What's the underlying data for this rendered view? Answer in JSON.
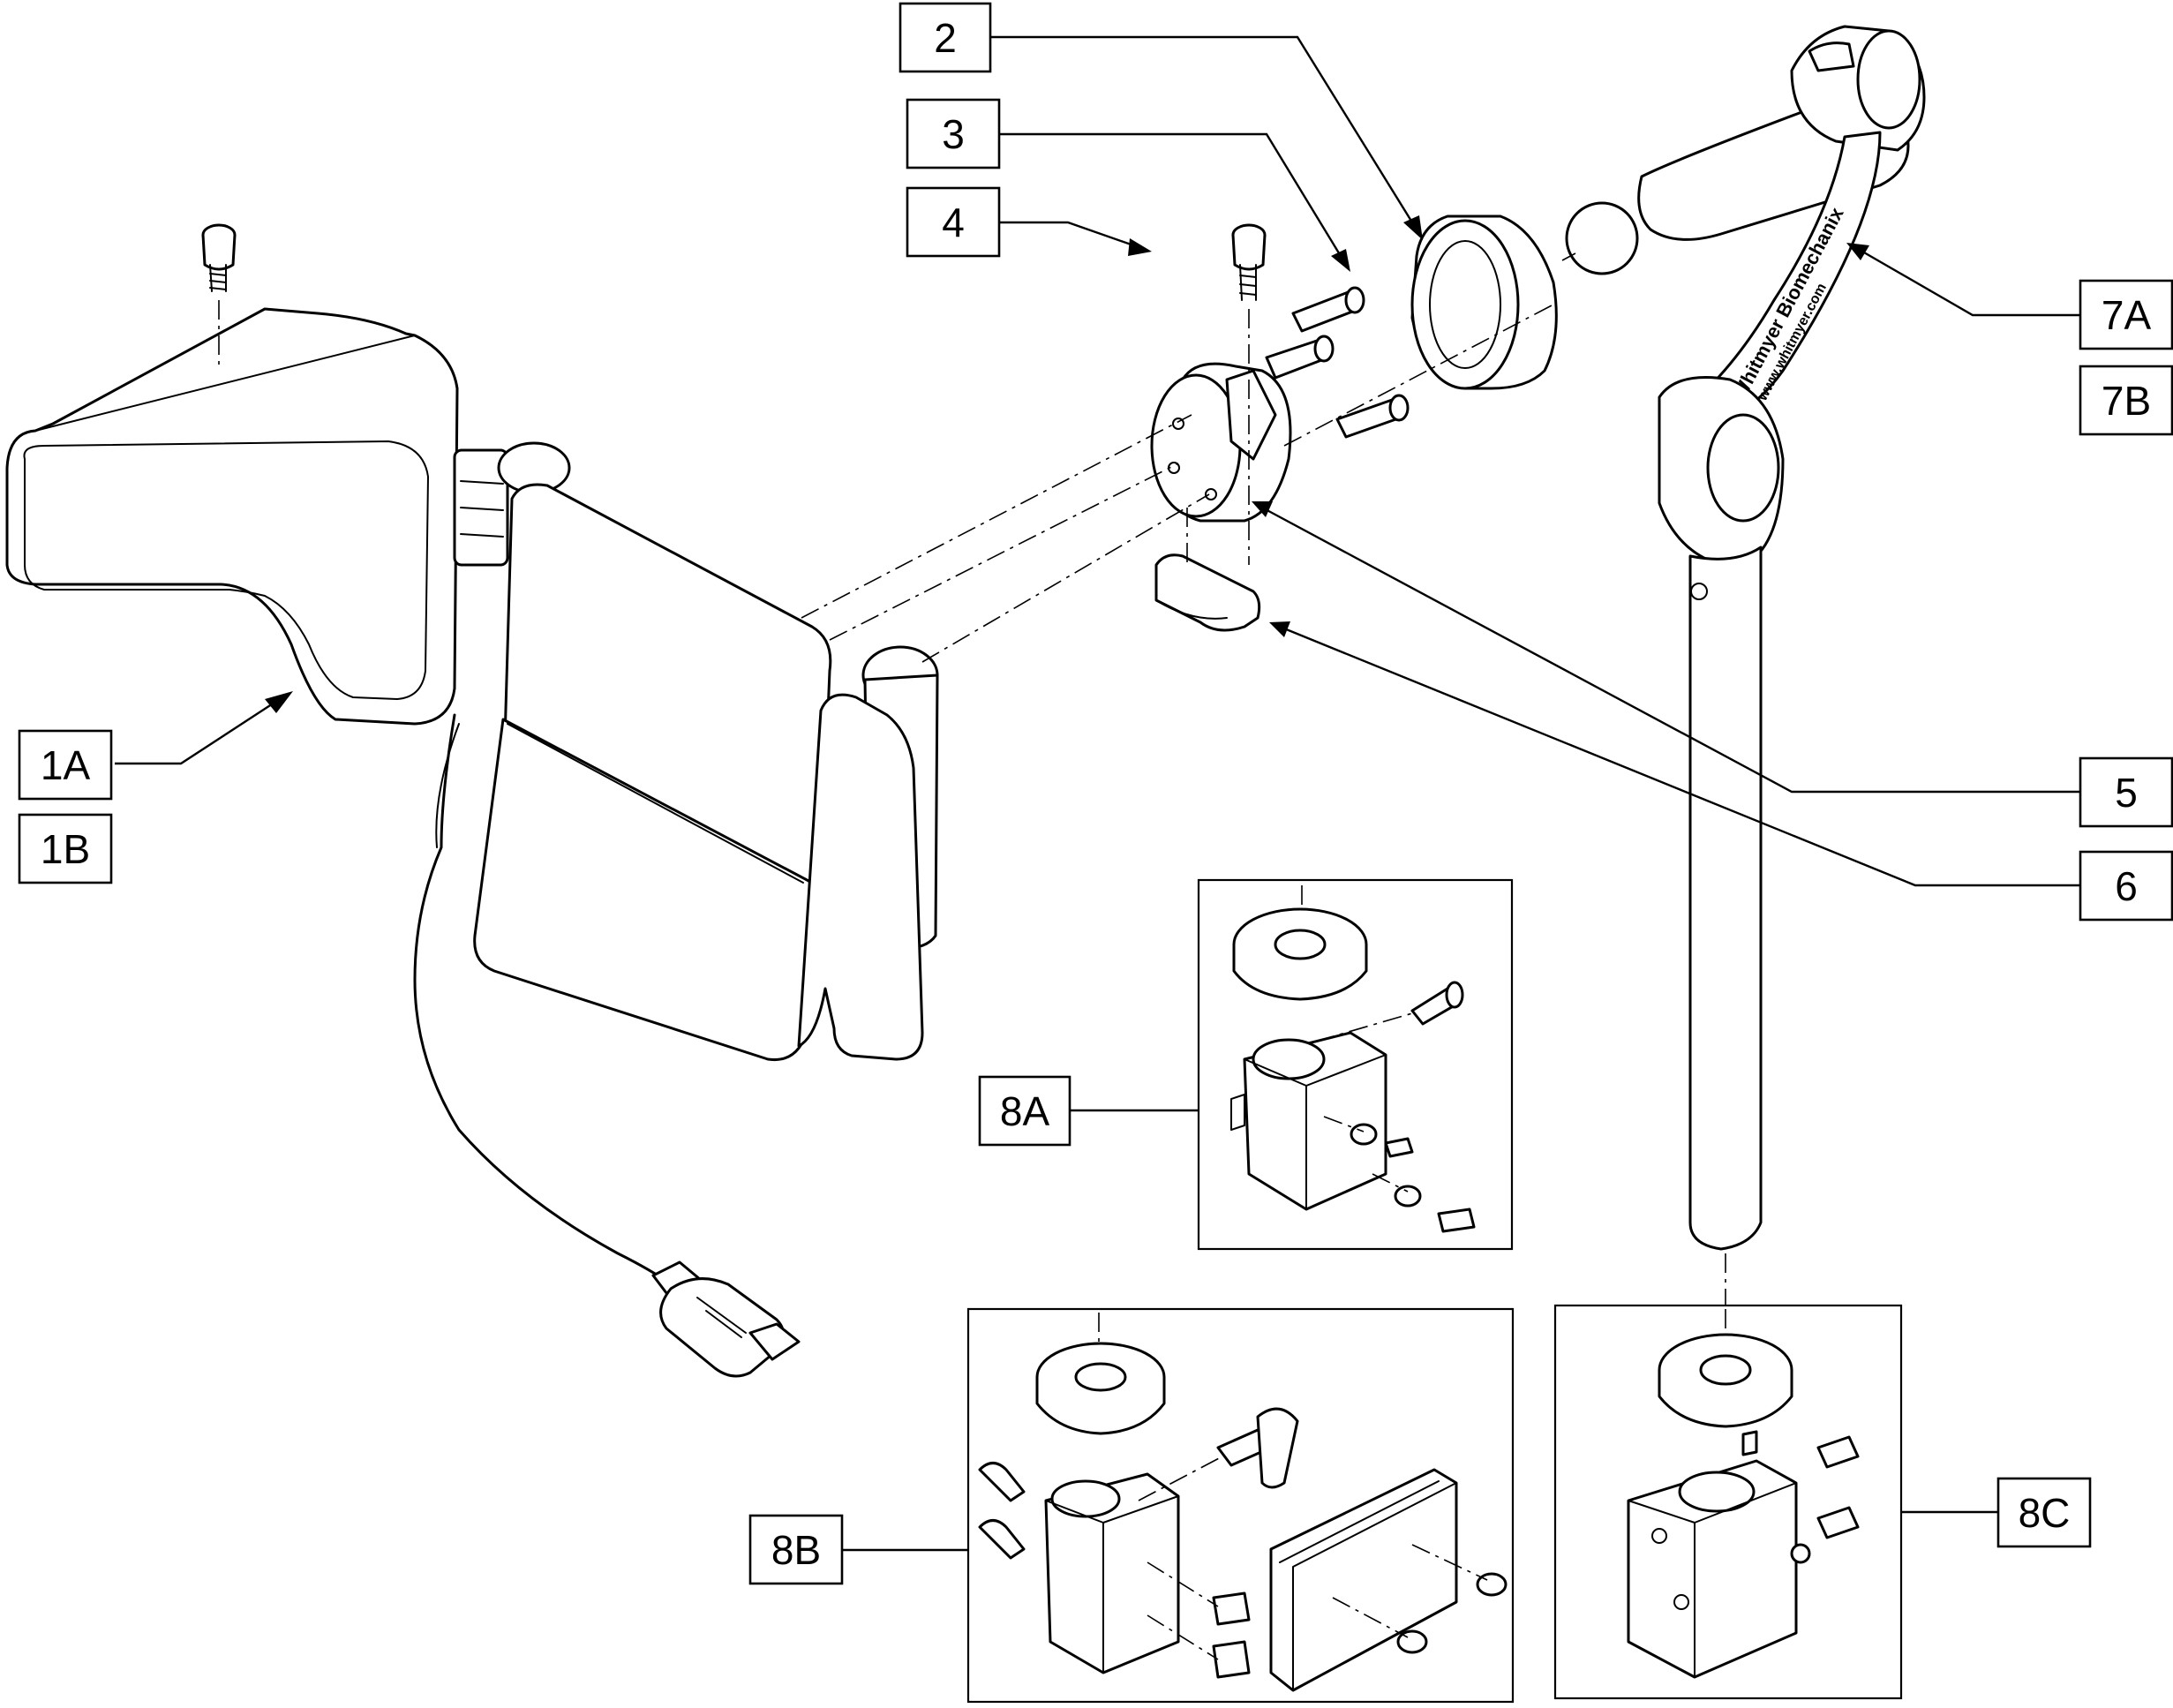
{
  "callouts": {
    "c1A": "1A",
    "c1B": "1B",
    "c2": "2",
    "c3": "3",
    "c4": "4",
    "c5": "5",
    "c6": "6",
    "c7A": "7A",
    "c7B": "7B",
    "c8A": "8A",
    "c8B": "8B",
    "c8C": "8C"
  },
  "product_text": {
    "arm_brand": "Whitmyer Biomechanix",
    "arm_url": "www.whitmyer.com"
  }
}
